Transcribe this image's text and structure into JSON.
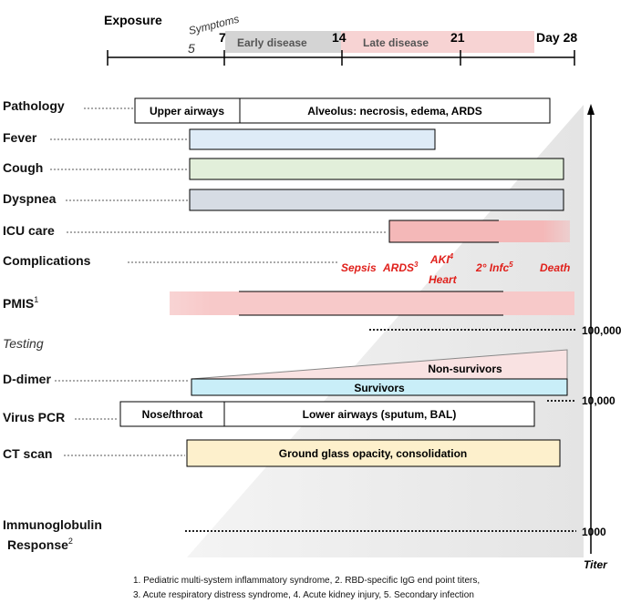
{
  "timeline": {
    "exposure": "Exposure",
    "symptoms": "Symptoms",
    "day5": "5",
    "day7": "7",
    "day14": "14",
    "day21": "21",
    "day28": "Day 28",
    "early_disease": "Early disease",
    "late_disease": "Late disease"
  },
  "rows": {
    "pathology": "Pathology",
    "fever": "Fever",
    "cough": "Cough",
    "dyspnea": "Dyspnea",
    "icu": "ICU care",
    "complications": "Complications",
    "pmis": "PMIS",
    "pmis_sup": "1",
    "testing": "Testing",
    "ddimer": "D-dimer",
    "virus_pcr": "Virus PCR",
    "ct_scan": "CT scan",
    "immuno_line1": "Immunoglobulin",
    "immuno_line2": "Response",
    "immuno_sup": "2"
  },
  "bars": {
    "upper_airways": "Upper airways",
    "alveolus": "Alveolus: necrosis, edema, ARDS",
    "non_survivors": "Non-survivors",
    "survivors": "Survivors",
    "nose_throat": "Nose/throat",
    "lower_airways": "Lower airways (sputum, BAL)",
    "ground_glass": "Ground glass opacity, consolidation"
  },
  "complications": {
    "sepsis": "Sepsis",
    "ards": "ARDS",
    "ards_sup": "3",
    "aki": "AKI",
    "aki_sup": "4",
    "heart": "Heart",
    "infc": "2° Infc",
    "infc_sup": "5",
    "death": "Death"
  },
  "titer": {
    "t100000": "100,000",
    "t10000": "10,000",
    "t1000": "1000",
    "label": "Titer"
  },
  "footnote": {
    "line1": "1. Pediatric multi-system inflammatory syndrome, 2. RBD-specific IgG end point titers,",
    "line2": "3. Acute respiratory distress syndrome, 4. Acute kidney injury, 5. Secondary infection"
  },
  "colors": {
    "early_band": "#d4d4d4",
    "late_band": "#f7d3d3",
    "fever": "#deebf7",
    "cough": "#e2efda",
    "dyspnea": "#d6dce4",
    "icu": "#f4b8b8",
    "pmis": "#f7c9c9",
    "survivors": "#c9eef8",
    "ct": "#fdf0cc",
    "complication_text": "#e0201b",
    "triangle": "#ececec"
  }
}
